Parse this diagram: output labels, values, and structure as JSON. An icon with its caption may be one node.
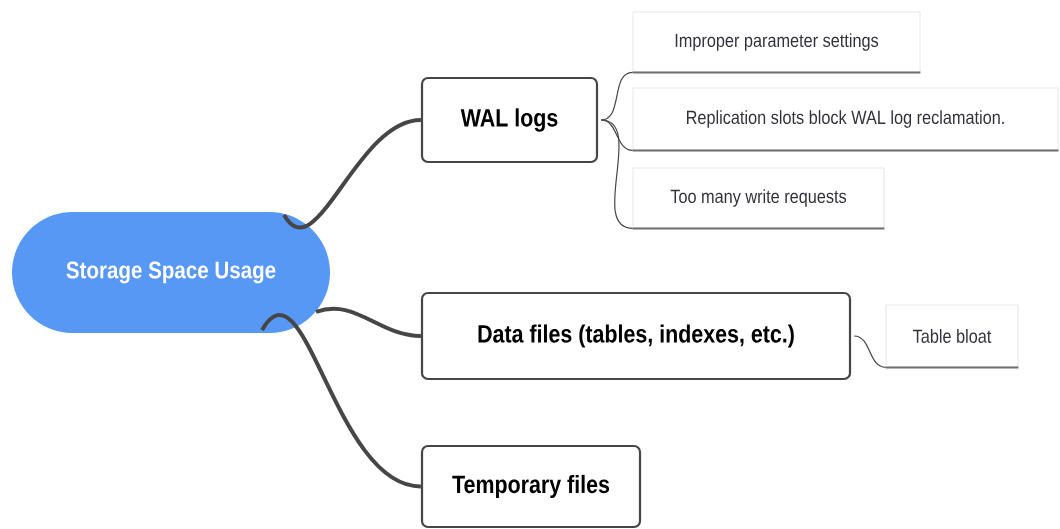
{
  "diagram": {
    "nodes": [
      {
        "text": [
          "Storage Space Usage"
        ]
      },
      {
        "text": [
          "WAL logs"
        ]
      },
      {
        "text": [
          "Data files (tables, indexes, etc.)"
        ]
      },
      {
        "text": [
          "Temporary files"
        ]
      },
      {
        "text": [
          "Improper parameter settings"
        ]
      },
      {
        "text": [
          "Replication slots block WAL log reclamation."
        ]
      },
      {
        "text": [
          "Too many write requests"
        ]
      },
      {
        "text": [
          "Table bloat"
        ]
      }
    ],
    "edges": [
      {
        "from": 0,
        "to": 1,
        "arrow": "none",
        "style": "thick"
      },
      {
        "from": 0,
        "to": 2,
        "arrow": "none",
        "style": "thick"
      },
      {
        "from": 0,
        "to": 3,
        "arrow": "none",
        "style": "thick"
      },
      {
        "from": 1,
        "to": 4,
        "arrow": "none"
      },
      {
        "from": 1,
        "to": 5,
        "arrow": "none"
      },
      {
        "from": 1,
        "to": 6,
        "arrow": "none"
      },
      {
        "from": 2,
        "to": 7,
        "arrow": "none"
      }
    ]
  }
}
